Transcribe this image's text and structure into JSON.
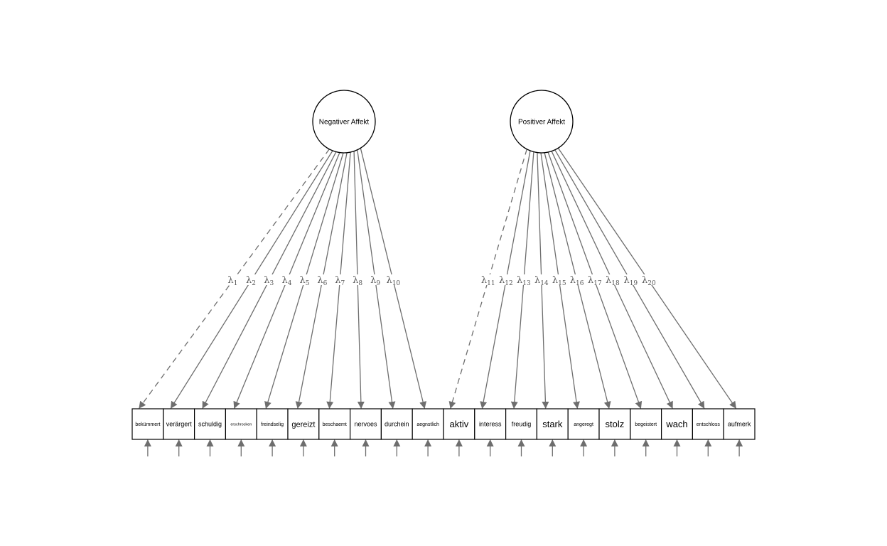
{
  "diagram": {
    "factors": [
      {
        "label": "Negativer Affekt"
      },
      {
        "label": "Positiver Affekt"
      }
    ],
    "indicators": [
      {
        "label": "bekümmert",
        "factor": 0,
        "size": "s"
      },
      {
        "label": "verärgert",
        "factor": 0,
        "size": "m"
      },
      {
        "label": "schuldig",
        "factor": 0,
        "size": "m"
      },
      {
        "label": "erschrocken",
        "factor": 0,
        "size": "xs"
      },
      {
        "label": "freindselig",
        "factor": 0,
        "size": "s"
      },
      {
        "label": "gereizt",
        "factor": 0,
        "size": "l"
      },
      {
        "label": "beschaemt",
        "factor": 0,
        "size": "s"
      },
      {
        "label": "nervoes",
        "factor": 0,
        "size": "m"
      },
      {
        "label": "durchein",
        "factor": 0,
        "size": "m"
      },
      {
        "label": "aegnstlich",
        "factor": 0,
        "size": "s"
      },
      {
        "label": "aktiv",
        "factor": 1,
        "size": "xl"
      },
      {
        "label": "interess",
        "factor": 1,
        "size": "m"
      },
      {
        "label": "freudig",
        "factor": 1,
        "size": "m"
      },
      {
        "label": "stark",
        "factor": 1,
        "size": "xl"
      },
      {
        "label": "angeregt",
        "factor": 1,
        "size": "s"
      },
      {
        "label": "stolz",
        "factor": 1,
        "size": "xl"
      },
      {
        "label": "begeistert",
        "factor": 1,
        "size": "s"
      },
      {
        "label": "wach",
        "factor": 1,
        "size": "xl"
      },
      {
        "label": "entschloss",
        "factor": 1,
        "size": "s"
      },
      {
        "label": "aufmerk",
        "factor": 1,
        "size": "m"
      }
    ],
    "loadings": [
      {
        "symbol": "λ",
        "sub": "1",
        "fixed": true
      },
      {
        "symbol": "λ",
        "sub": "2",
        "fixed": false
      },
      {
        "symbol": "λ",
        "sub": "3",
        "fixed": false
      },
      {
        "symbol": "λ",
        "sub": "4",
        "fixed": false
      },
      {
        "symbol": "λ",
        "sub": "5",
        "fixed": false
      },
      {
        "symbol": "λ",
        "sub": "6",
        "fixed": false
      },
      {
        "symbol": "λ",
        "sub": "7",
        "fixed": false
      },
      {
        "symbol": "λ",
        "sub": "8",
        "fixed": false
      },
      {
        "symbol": "λ",
        "sub": "9",
        "fixed": false
      },
      {
        "symbol": "λ",
        "sub": "10",
        "fixed": false
      },
      {
        "symbol": "λ",
        "sub": "11",
        "fixed": true
      },
      {
        "symbol": "λ",
        "sub": "12",
        "fixed": false
      },
      {
        "symbol": "λ",
        "sub": "13",
        "fixed": false
      },
      {
        "symbol": "λ",
        "sub": "14",
        "fixed": false
      },
      {
        "symbol": "λ",
        "sub": "15",
        "fixed": false
      },
      {
        "symbol": "λ",
        "sub": "16",
        "fixed": false
      },
      {
        "symbol": "λ",
        "sub": "17",
        "fixed": false
      },
      {
        "symbol": "λ",
        "sub": "18",
        "fixed": false
      },
      {
        "symbol": "λ",
        "sub": "19",
        "fixed": false
      },
      {
        "symbol": "λ",
        "sub": "20",
        "fixed": false
      }
    ],
    "colors": {
      "path": "#6e6e6e",
      "node_stroke": "#000000",
      "node_fill": "#ffffff",
      "lambda": "#555555"
    }
  }
}
